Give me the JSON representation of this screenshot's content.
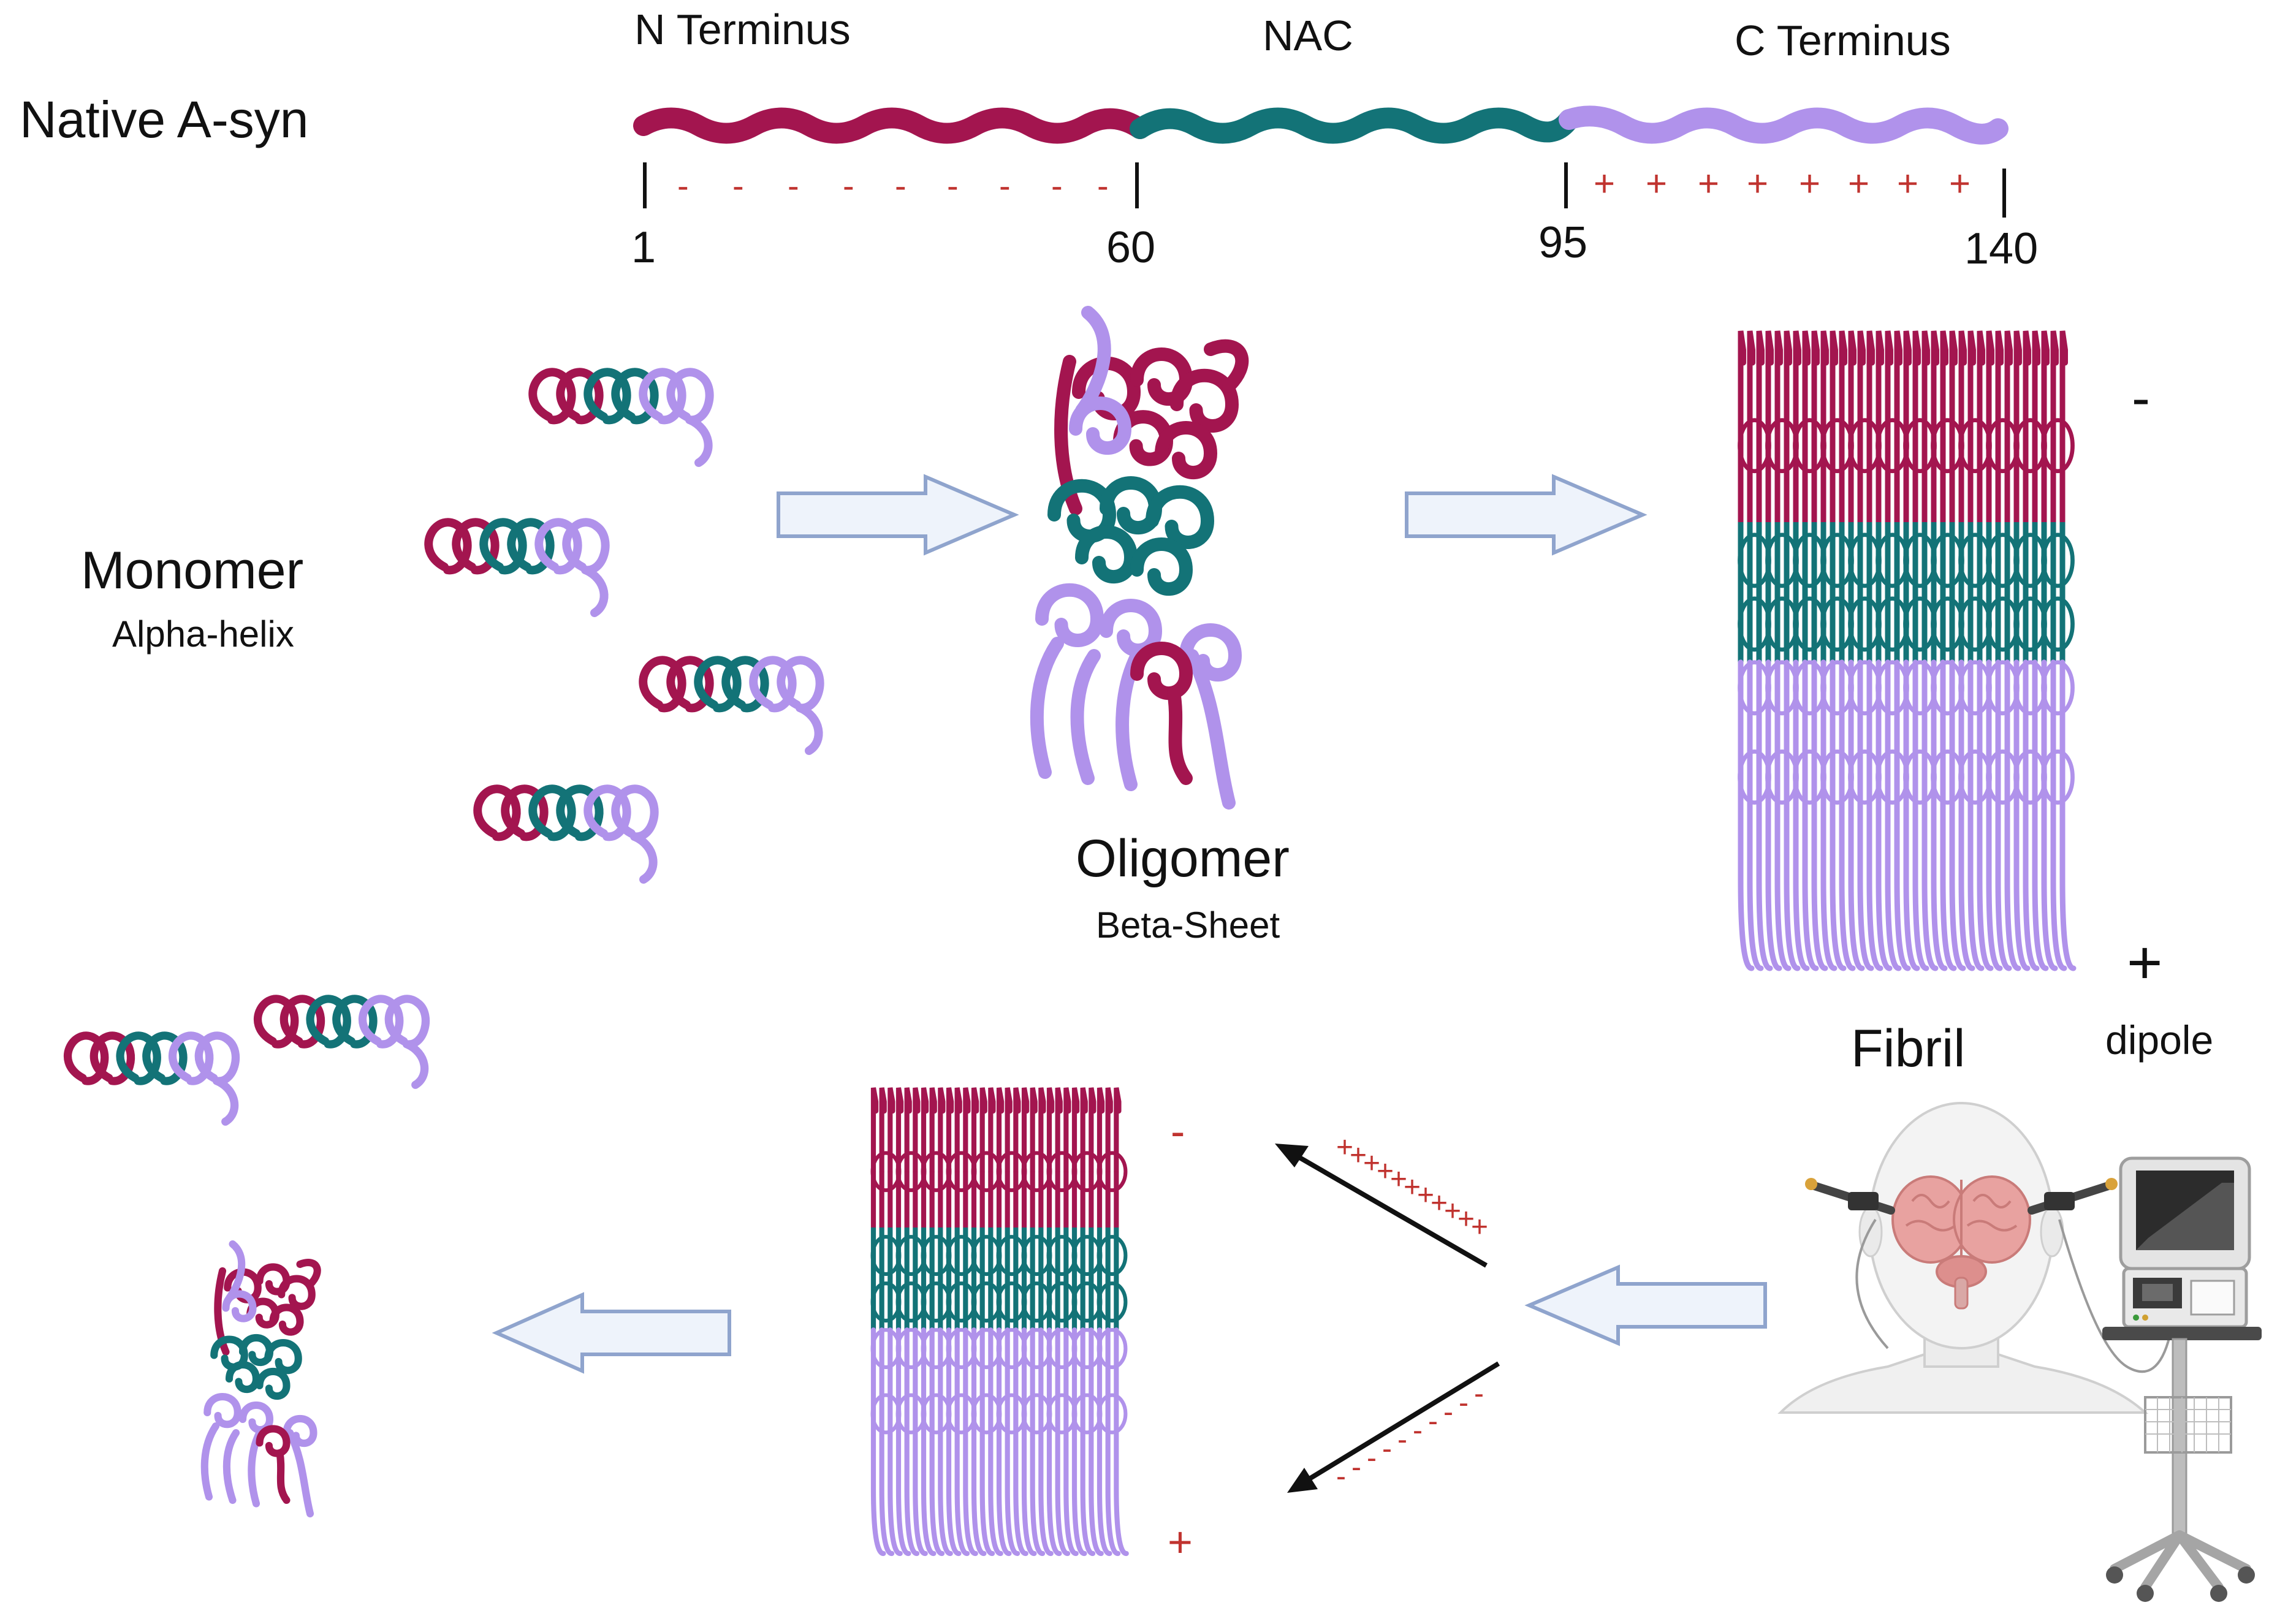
{
  "domain": "diagram",
  "colors": {
    "n_terminus": "#a3154f",
    "nac": "#137377",
    "c_terminus": "#b092eb",
    "charge_red": "#c0332f",
    "arrow_fill": "#eef3fb",
    "arrow_stroke": "#8fa4cd",
    "text": "#111111"
  },
  "native": {
    "label": "Native A-syn",
    "regions": [
      {
        "name": "N Terminus",
        "color": "n_terminus",
        "charge": "-"
      },
      {
        "name": "NAC",
        "color": "nac",
        "charge": ""
      },
      {
        "name": "C Terminus",
        "color": "c_terminus",
        "charge": "+"
      }
    ],
    "residues": [
      "1",
      "60",
      "95",
      "140"
    ],
    "neg_charge_sign": "-",
    "pos_charge_sign": "+"
  },
  "stages": {
    "monomer": {
      "title": "Monomer",
      "subtitle": "Alpha-helix"
    },
    "oligomer": {
      "title": "Oligomer",
      "subtitle": "Beta-Sheet"
    },
    "fibril": {
      "title": "Fibril",
      "top_charge": "-",
      "bottom_charge": "+",
      "dipole": "dipole"
    }
  },
  "disrupted_fibril": {
    "top_charge": "-",
    "bottom_charge": "+"
  },
  "field_arrows": {
    "upper_sign": "+",
    "lower_sign": "-"
  },
  "device": {
    "icons": [
      "head-electrodes-icon",
      "brain-icon",
      "stimulator-cart-icon"
    ]
  }
}
